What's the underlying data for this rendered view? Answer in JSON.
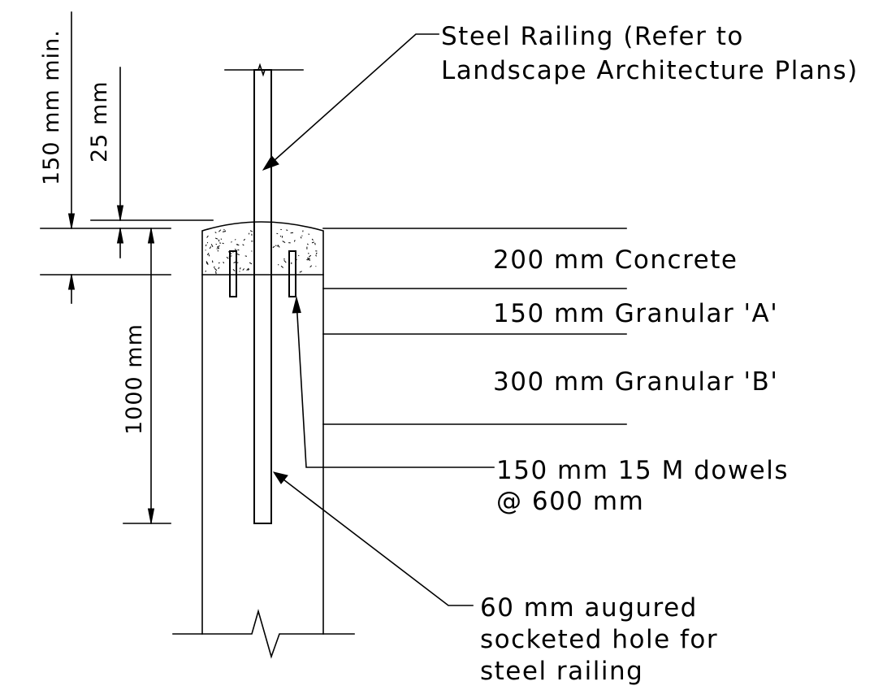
{
  "callouts": {
    "railing_line1": "Steel Railing (Refer to",
    "railing_line2": "Landscape Architecture Plans)",
    "dowels_line1": "150 mm 15 M dowels",
    "dowels_line2": "@ 600 mm",
    "hole_line1": "60 mm augured",
    "hole_line2": "socketed hole for",
    "hole_line3": "steel railing"
  },
  "layers": {
    "concrete": "200 mm Concrete",
    "granular_a": "150 mm Granular 'A'",
    "granular_b": "300 mm Granular 'B'"
  },
  "dimensions": {
    "min_embed": "150 mm min.",
    "top_offset": "25 mm",
    "depth": "1000 mm"
  }
}
